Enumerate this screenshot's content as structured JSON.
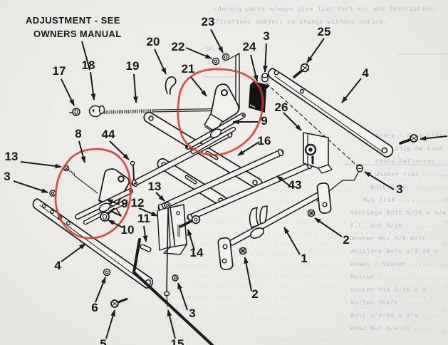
{
  "annotation": {
    "line1": "ADJUSTMENT - SEE",
    "line2": "OWNERS MANUAL"
  },
  "labels": [
    "17",
    "18",
    "19",
    "20",
    "22",
    "23",
    "3",
    "24",
    "25",
    "21",
    "4",
    "26",
    "9",
    "16",
    "43",
    "3",
    "2",
    "1",
    "2",
    "3",
    "8",
    "44",
    "13",
    "3",
    "9",
    "10",
    "11",
    "12",
    "13",
    "14",
    "4",
    "6",
    "5",
    "15"
  ],
  "colors": {
    "paper": "#ebe9e5",
    "ink": "#1c1c1c",
    "red_marker": "#d23b2c",
    "bleed_text": "#b9bfc9",
    "pad_fill": "#141414"
  },
  "bleed": {
    "top_lines": [
      "rdering parts always give list Part No. and Description.",
      "ecifications subject to change without notice."
    ],
    "fragments": [
      "50.",
      "125 D"
    ],
    "right_column": [
      "Brace - Deck Lift ......",
      "Belt Clip De Luxe ......",
      "Chute Deflector ........",
      "Washer Flat ............",
      "Bolt 5/16 ..............",
      "Nut 5/16 ...............",
      "Carriage Bolt 5/16 x 3/4",
      "F.L. Nut 5/16 ..........",
      "Washer Max 5/8 Bolt ....",
      "Whizlock Bolt 1/4-20 x .",
      "Dowel - Spacer .........",
      "Roller .................",
      "Cotter Pin 3/16 x 1 ....",
      "Roller Shaft ...........",
      "Bolt 1/4-20 x 3/4 ......",
      "Whiz Nut 1/4-20 ........"
    ],
    "edge_numbers": [
      "15",
      "45",
      "46",
      "50",
      "30",
      "74",
      "47",
      "04"
    ]
  }
}
